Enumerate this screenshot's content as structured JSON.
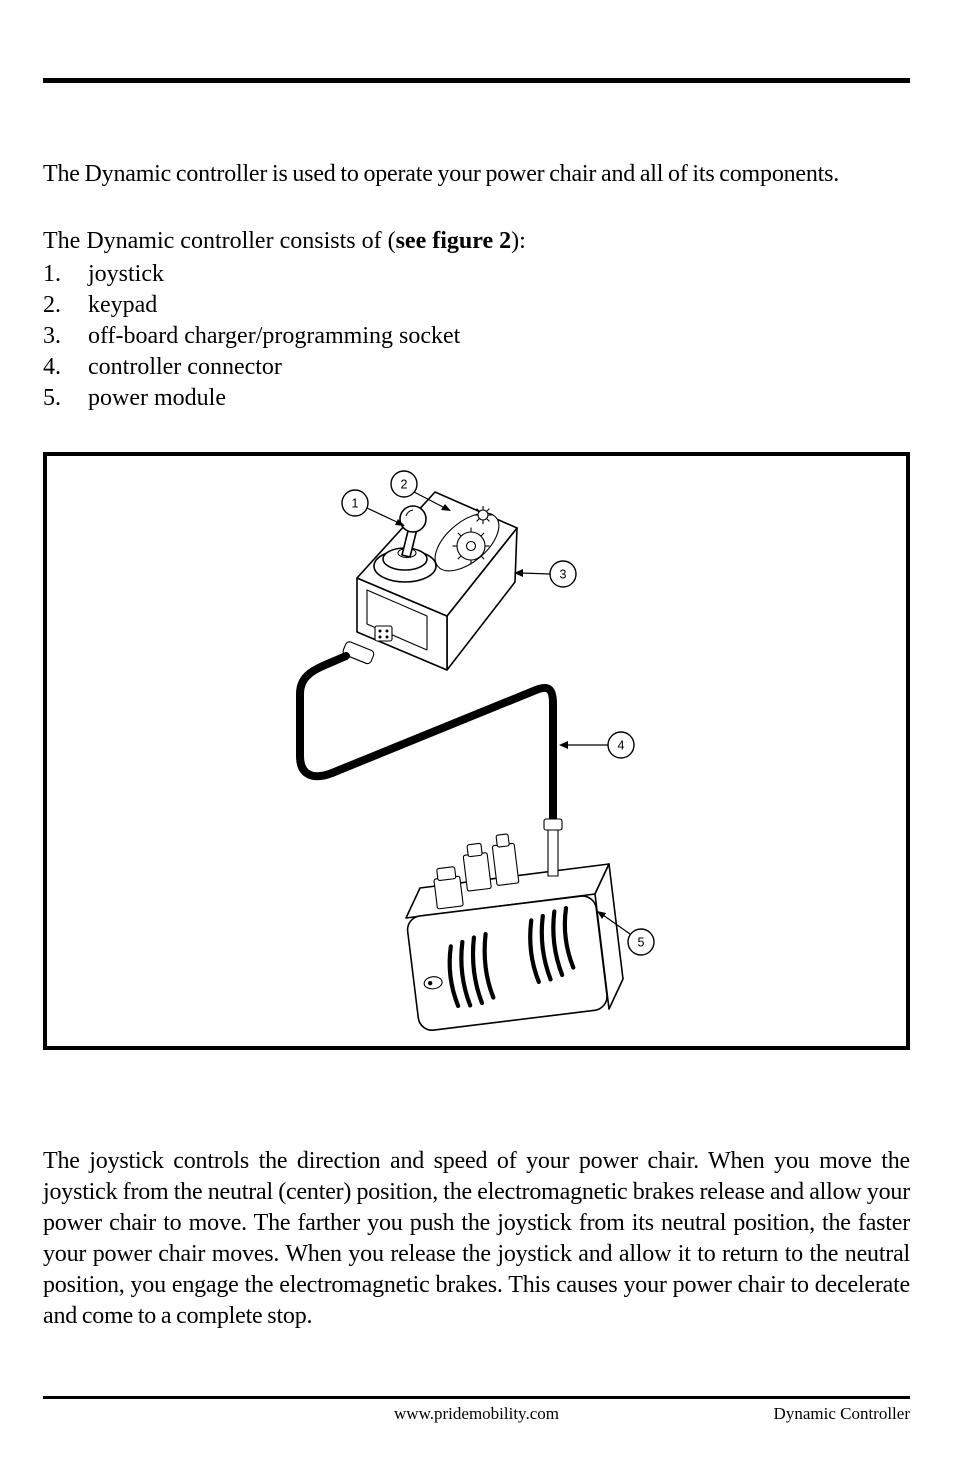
{
  "doc": {
    "intro": "The Dynamic controller is used to operate your power chair and all of its components.",
    "consists": {
      "prefix": "The Dynamic controller consists of (",
      "bold": "see figure 2",
      "suffix": "):"
    },
    "components": [
      {
        "num": "1.",
        "label": "joystick"
      },
      {
        "num": "2.",
        "label": "keypad"
      },
      {
        "num": "3.",
        "label": "off-board charger/programming socket"
      },
      {
        "num": "4.",
        "label": "controller connector"
      },
      {
        "num": "5.",
        "label": "power module"
      }
    ],
    "figure": {
      "callouts": [
        "1",
        "2",
        "3",
        "4",
        "5"
      ]
    },
    "joystick_text": "The joystick controls the direction and speed of your power chair. When you move the joystick from the neutral (center) position, the electromagnetic brakes release and allow your power chair to move. The farther you push the joystick from its neutral position, the faster your power chair moves. When you release the joystick and allow it to return to the neutral position, you engage the electromagnetic brakes. This causes your power chair to decelerate and come to a complete stop.",
    "footer": {
      "site": "www.pridemobility.com",
      "label": "Dynamic Controller"
    }
  }
}
